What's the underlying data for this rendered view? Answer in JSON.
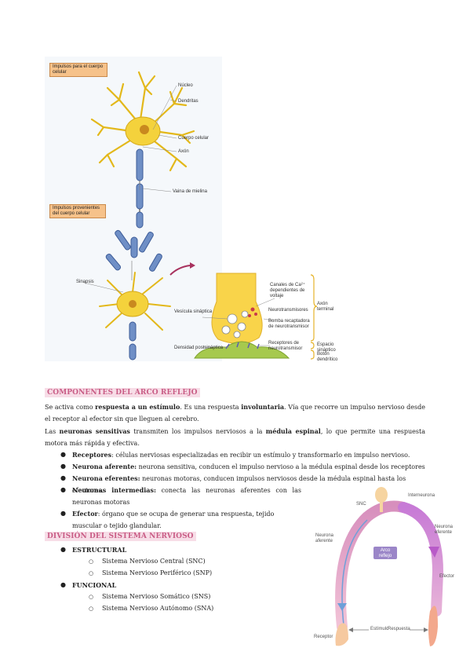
{
  "neuron_figure": {
    "box_top": "Impulsos para el cuerpo celular",
    "box_mid": "Impulsos provenientes del cuerpo celular",
    "nucleo": "Núcleo",
    "dendritas": "Dendritas",
    "cuerpo_celular": "Cuerpo celular",
    "axon": "Axón",
    "vaina": "Vaina de mielina",
    "sinapsis": "Sinapsis"
  },
  "synapse_figure": {
    "canales": "Canales de Ca²⁺ dependientes de voltaje",
    "axon_terminal": "Axón terminal",
    "vesicula": "Vesícula sináptica",
    "neurotransmisores": "Neurotransmisores",
    "bomba": "Bomba recaptadora de neurotransmisor",
    "receptores": "Receptores de neurotransmisor",
    "espacio": "Espacio sináptico",
    "densidad": "Densidad postsináptica",
    "boton": "Botón dendrítico"
  },
  "section1": {
    "heading": "COMPONENTES DEL ARCO REFLEJO",
    "p1_a": "Se activa como ",
    "p1_b": "respuesta a un estímulo",
    "p1_c": ". Es una respuesta ",
    "p1_d": "involuntaria",
    "p1_e": ". Vía que recorre un impulso nervioso desde el receptor al efector sin que lleguen al cerebro.",
    "p2_a": "Las ",
    "p2_b": "neuronas sensitivas",
    "p2_c": " transmiten los impulsos nerviosos a la ",
    "p2_d": "médula espinal",
    "p2_e": ", lo que permite una respuesta motora más rápida y efectiva.",
    "items": [
      {
        "term": "Receptores",
        "text": ": células nerviosas especializadas en recibir un estímulo y transformarlo en impulso nervioso."
      },
      {
        "term": "Neurona aferente:",
        "text": " neurona sensitiva, conducen el impulso nervioso a la médula espinal desde los receptores"
      },
      {
        "term": "Neurona eferentes:",
        "text": " neuronas motoras, conducen impulsos nerviosos desde la médula espinal hasta los efectores."
      },
      {
        "term": "Neuronas intermedias:",
        "text": " conecta las neuronas aferentes con las neuronas motoras"
      },
      {
        "term": "Efector",
        "text": ": órgano que se ocupa de generar una respuesta, tejido muscular o tejido glandular."
      }
    ]
  },
  "section2": {
    "heading": "DIVISIÓN DEL SISTEMA NERVIOSO",
    "groups": [
      {
        "label": "ESTRUCTURAL",
        "subs": [
          "Sistema Nervioso Central (SNC)",
          "Sistema Nervioso Periférico (SNP)"
        ]
      },
      {
        "label": "FUNCIONAL",
        "subs": [
          "Sistema Nervioso Somático (SNS)",
          "Sistema Nervioso Autónomo (SNA)"
        ]
      }
    ]
  },
  "reflex_figure": {
    "snc": "SNC",
    "interneurona": "Interneurona",
    "neurona_aferente": "Neurona aferente",
    "neurona_eferente": "Neurona eferente",
    "arco_reflejo": "Arco reflejo",
    "efector": "Efector",
    "receptor": "Receptor",
    "estimulo": "Estímulo",
    "respuesta": "Respuesta"
  },
  "colors": {
    "heading_text": "#c95d86",
    "heading_bg": "#f7dde7",
    "box_fill": "#f6c28a"
  }
}
